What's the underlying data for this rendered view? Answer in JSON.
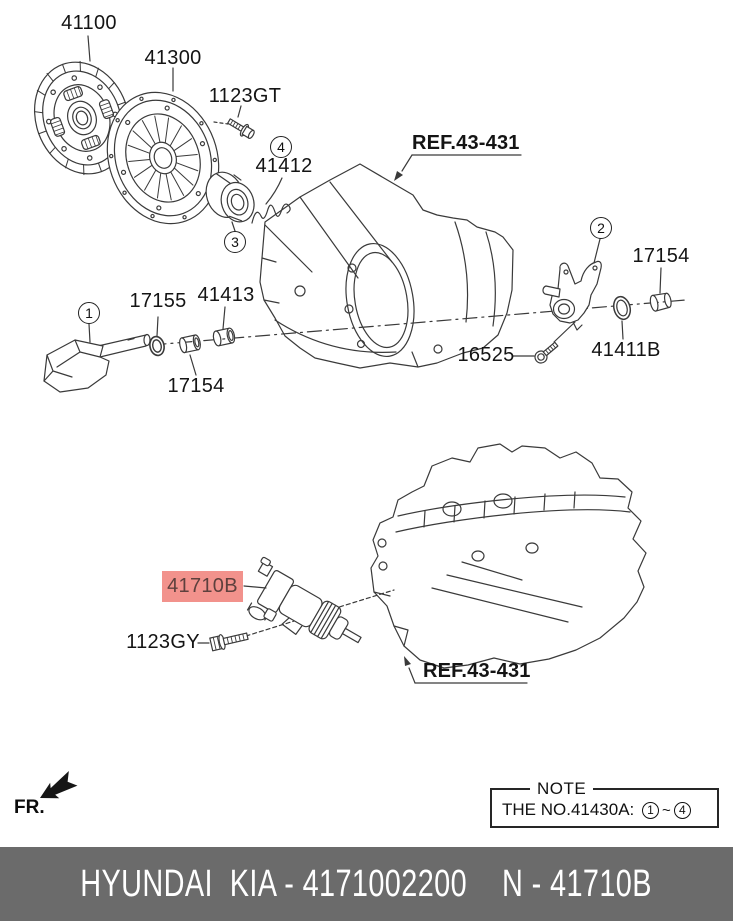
{
  "diagram_labels": {
    "clutch_disc": "41100",
    "clutch_cover": "41300",
    "bolt_1123gt": "1123GT",
    "clip_41412": "41412",
    "ref_upper": "REF.43-431",
    "seal_17155": "17155",
    "sleeve_41413": "41413",
    "plug_17154_left": "17154",
    "bolt_16525": "16525",
    "plug_17154_right": "17154",
    "seal_41411b": "41411B",
    "release_cylinder_41710b": "41710B",
    "bolt_1123gy": "1123GY",
    "ref_lower": "REF.43-431",
    "front_marker": "FR."
  },
  "callouts": {
    "c1": "1",
    "c2": "2",
    "c3": "3",
    "c4": "4"
  },
  "note_box": {
    "title": "NOTE",
    "text": "THE NO.41430A: ",
    "range_start": "1",
    "range_separator": "~",
    "range_end": "4"
  },
  "footer_bar": {
    "left_text": "HYUNDAI  KIA - 4171002200",
    "right_text": "N - 41710B"
  },
  "colors": {
    "highlight_background": "#f2928c",
    "highlight_text": "#5e403d",
    "footer_background": "#6b6b6b",
    "line_art": "#3a3a3a"
  }
}
